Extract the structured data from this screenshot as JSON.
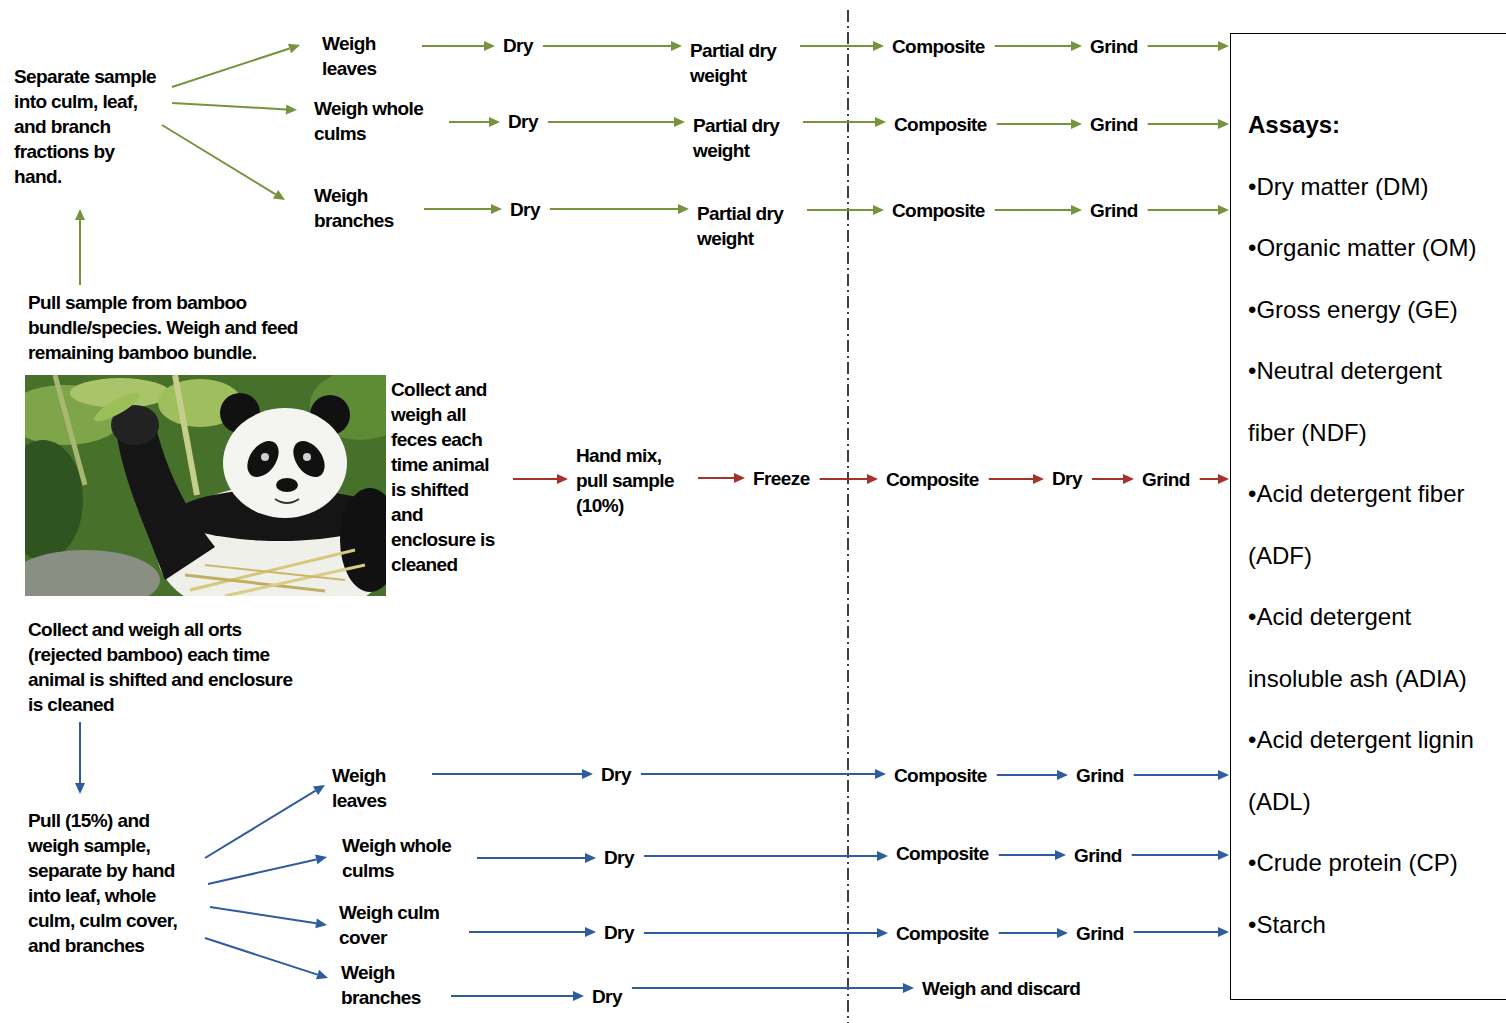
{
  "diagram": {
    "nodes": [
      {
        "text": [
          "Separate sample into culm, leaf, and branch fractions by hand."
        ]
      },
      {
        "text": [
          "Weigh leaves"
        ]
      },
      {
        "text": [
          "Dry"
        ]
      },
      {
        "text": [
          "Partial dry weight"
        ]
      },
      {
        "text": [
          "Composite"
        ]
      },
      {
        "text": [
          "Grind"
        ]
      },
      {
        "text": [
          "Weigh whole culms"
        ]
      },
      {
        "text": [
          "Dry"
        ]
      },
      {
        "text": [
          "Partial dry weight"
        ]
      },
      {
        "text": [
          "Composite"
        ]
      },
      {
        "text": [
          "Grind"
        ]
      },
      {
        "text": [
          "Weigh branches"
        ]
      },
      {
        "text": [
          "Dry"
        ]
      },
      {
        "text": [
          "Partial dry weight"
        ]
      },
      {
        "text": [
          "Composite"
        ]
      },
      {
        "text": [
          "Grind"
        ]
      },
      {
        "text": [
          "Pull sample from bamboo bundle/species. Weigh and feed remaining bamboo bundle."
        ]
      },
      {
        "text": [
          "Collect and weigh all feces each time animal is shifted and enclosure is cleaned"
        ]
      },
      {
        "text": [
          "Hand mix, pull sample (10%)"
        ]
      },
      {
        "text": [
          "Freeze"
        ]
      },
      {
        "text": [
          "Composite"
        ]
      },
      {
        "text": [
          "Dry"
        ]
      },
      {
        "text": [
          "Grind"
        ]
      },
      {
        "text": [
          "Collect and weigh all orts (rejected bamboo) each time animal is shifted and enclosure is cleaned"
        ]
      },
      {
        "text": [
          "Pull (15%) and weigh sample, separate by hand into leaf, whole culm, culm cover, and branches"
        ]
      },
      {
        "text": [
          "Weigh leaves"
        ]
      },
      {
        "text": [
          "Dry"
        ]
      },
      {
        "text": [
          "Composite"
        ]
      },
      {
        "text": [
          "Grind"
        ]
      },
      {
        "text": [
          "Weigh whole culms"
        ]
      },
      {
        "text": [
          "Dry"
        ]
      },
      {
        "text": [
          "Composite"
        ]
      },
      {
        "text": [
          "Grind"
        ]
      },
      {
        "text": [
          "Weigh culm cover"
        ]
      },
      {
        "text": [
          "Dry"
        ]
      },
      {
        "text": [
          "Composite"
        ]
      },
      {
        "text": [
          "Grind"
        ]
      },
      {
        "text": [
          "Weigh branches"
        ]
      },
      {
        "text": [
          "Dry"
        ]
      },
      {
        "text": [
          "Weigh and discard"
        ]
      },
      {
        "text": [
          "Assays:",
          "•Dry matter (DM)",
          "•Organic matter (OM)",
          "•Gross energy (GE)",
          "•Neutral detergent fiber (NDF)",
          "•Acid detergent fiber (ADF)",
          "•Acid detergent insoluble ash (ADIA)",
          "•Acid detergent lignin (ADL)",
          "•Crude protein (CP)",
          "•Starch"
        ]
      }
    ],
    "edges": [
      {
        "from": 0,
        "to": 1,
        "arrow": "to"
      },
      {
        "from": 0,
        "to": 6,
        "arrow": "to"
      },
      {
        "from": 0,
        "to": 11,
        "arrow": "to"
      },
      {
        "from": 1,
        "to": 2,
        "arrow": "to"
      },
      {
        "from": 2,
        "to": 3,
        "arrow": "to"
      },
      {
        "from": 3,
        "to": 4,
        "arrow": "to"
      },
      {
        "from": 4,
        "to": 5,
        "arrow": "to"
      },
      {
        "from": 5,
        "to": 40,
        "arrow": "to"
      },
      {
        "from": 6,
        "to": 7,
        "arrow": "to"
      },
      {
        "from": 7,
        "to": 8,
        "arrow": "to"
      },
      {
        "from": 8,
        "to": 9,
        "arrow": "to"
      },
      {
        "from": 9,
        "to": 10,
        "arrow": "to"
      },
      {
        "from": 10,
        "to": 40,
        "arrow": "to"
      },
      {
        "from": 11,
        "to": 12,
        "arrow": "to"
      },
      {
        "from": 12,
        "to": 13,
        "arrow": "to"
      },
      {
        "from": 13,
        "to": 14,
        "arrow": "to"
      },
      {
        "from": 14,
        "to": 15,
        "arrow": "to"
      },
      {
        "from": 15,
        "to": 40,
        "arrow": "to"
      },
      {
        "from": 16,
        "to": 0,
        "arrow": "to"
      },
      {
        "from": 17,
        "to": 18,
        "arrow": "to"
      },
      {
        "from": 18,
        "to": 19,
        "arrow": "to"
      },
      {
        "from": 19,
        "to": 20,
        "arrow": "to"
      },
      {
        "from": 20,
        "to": 21,
        "arrow": "to"
      },
      {
        "from": 21,
        "to": 22,
        "arrow": "to"
      },
      {
        "from": 22,
        "to": 40,
        "arrow": "to"
      },
      {
        "from": 23,
        "to": 24,
        "arrow": "to"
      },
      {
        "from": 24,
        "to": 25,
        "arrow": "to"
      },
      {
        "from": 24,
        "to": 29,
        "arrow": "to"
      },
      {
        "from": 24,
        "to": 33,
        "arrow": "to"
      },
      {
        "from": 24,
        "to": 37,
        "arrow": "to"
      },
      {
        "from": 25,
        "to": 26,
        "arrow": "to"
      },
      {
        "from": 26,
        "to": 27,
        "arrow": "to"
      },
      {
        "from": 27,
        "to": 28,
        "arrow": "to"
      },
      {
        "from": 28,
        "to": 40,
        "arrow": "to"
      },
      {
        "from": 29,
        "to": 30,
        "arrow": "to"
      },
      {
        "from": 30,
        "to": 31,
        "arrow": "to"
      },
      {
        "from": 31,
        "to": 32,
        "arrow": "to"
      },
      {
        "from": 32,
        "to": 40,
        "arrow": "to"
      },
      {
        "from": 33,
        "to": 34,
        "arrow": "to"
      },
      {
        "from": 34,
        "to": 35,
        "arrow": "to"
      },
      {
        "from": 35,
        "to": 36,
        "arrow": "to"
      },
      {
        "from": 36,
        "to": 40,
        "arrow": "to"
      },
      {
        "from": 37,
        "to": 38,
        "arrow": "to"
      },
      {
        "from": 38,
        "to": 39,
        "arrow": "to"
      }
    ]
  }
}
